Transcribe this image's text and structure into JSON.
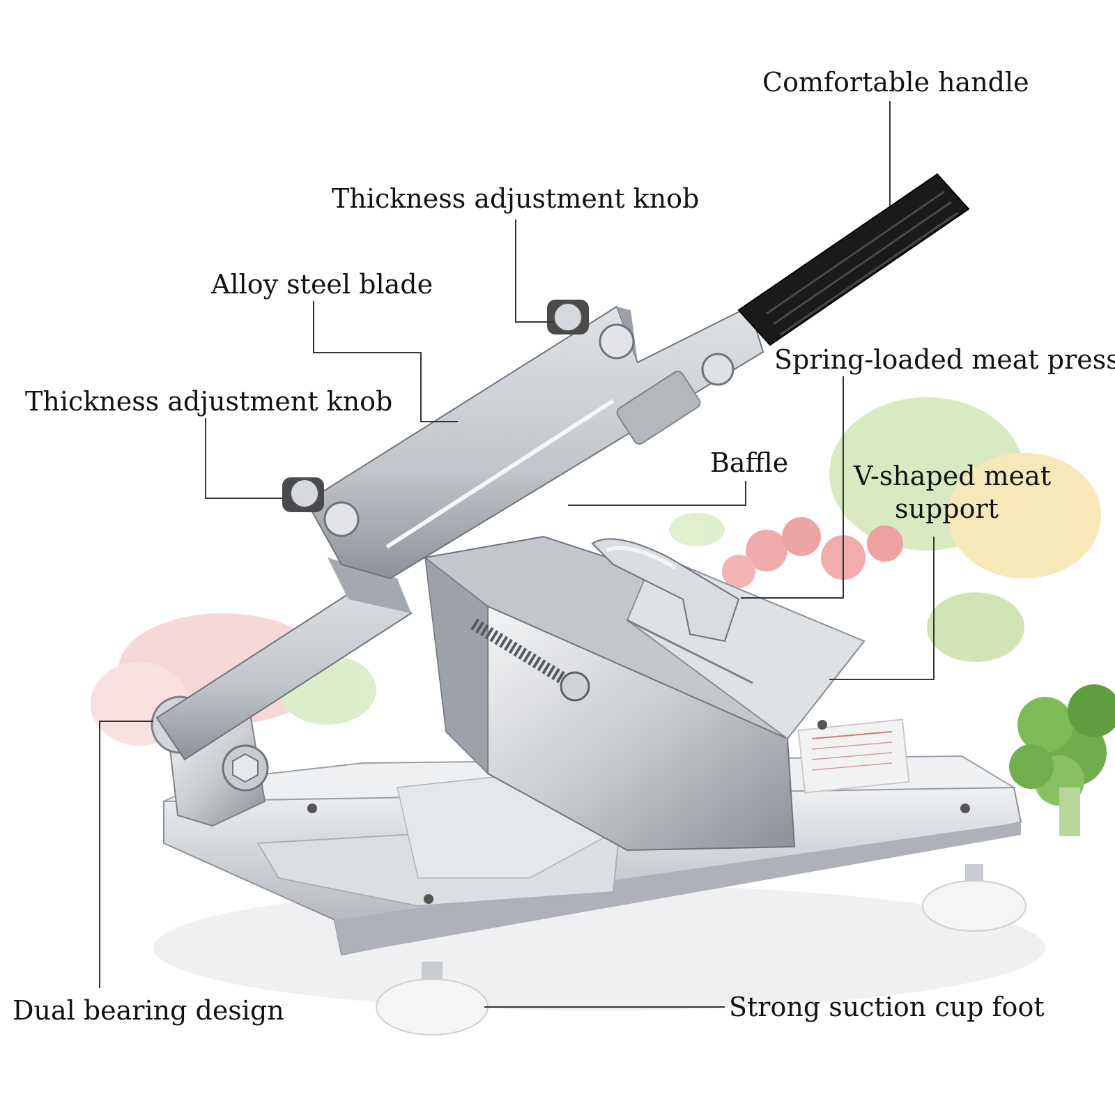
{
  "callouts": {
    "comfortable_handle": "Comfortable handle",
    "thickness_knob_top": "Thickness adjustment knob",
    "alloy_steel_blade": "Alloy steel blade",
    "spring_meat_press": "Spring-loaded meat press",
    "thickness_knob_left": "Thickness adjustment knob",
    "baffle": "Baffle",
    "v_support_line1": "V-shaped meat",
    "v_support_line2": "support",
    "dual_bearing": "Dual bearing design",
    "suction_foot": "Strong suction cup foot"
  },
  "colors": {
    "steel_light": "#e6e7e9",
    "steel_mid": "#b9bcc1",
    "steel_dark": "#7d8187",
    "handle_black": "#1a1a1a",
    "leader_line": "#333333",
    "background": "#ffffff",
    "veg_green": "#7fb85a",
    "tomato_red": "#d6484a"
  }
}
